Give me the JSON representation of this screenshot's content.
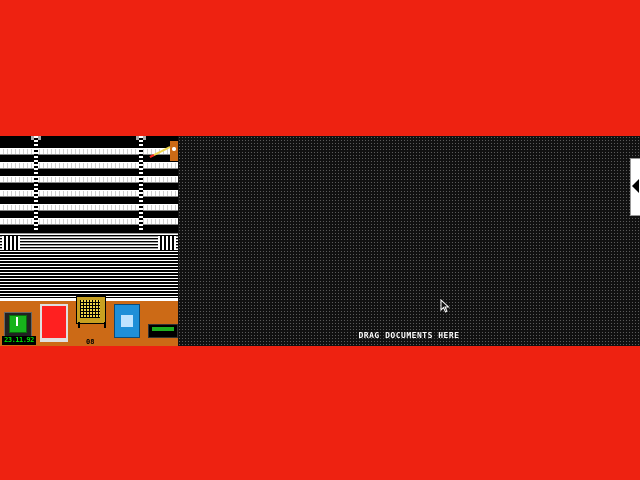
{
  "desk": {
    "date_display": "23.11.92",
    "printer_counter": "08"
  },
  "drop_zone": {
    "label": "DRAG DOCUMENTS HERE"
  },
  "colors": {
    "background": "#ee2211",
    "desk_wood": "#cc6a16",
    "trash": "#ff2020",
    "disk": "#1f8fd8",
    "clock": "#17b31b",
    "drop_area": "#101010"
  },
  "icons": [
    "pen-icon",
    "clock-icon",
    "trash-icon",
    "printer-icon",
    "disk-icon",
    "drawer-icon",
    "arrow-left-icon",
    "mouse-pointer-icon"
  ]
}
